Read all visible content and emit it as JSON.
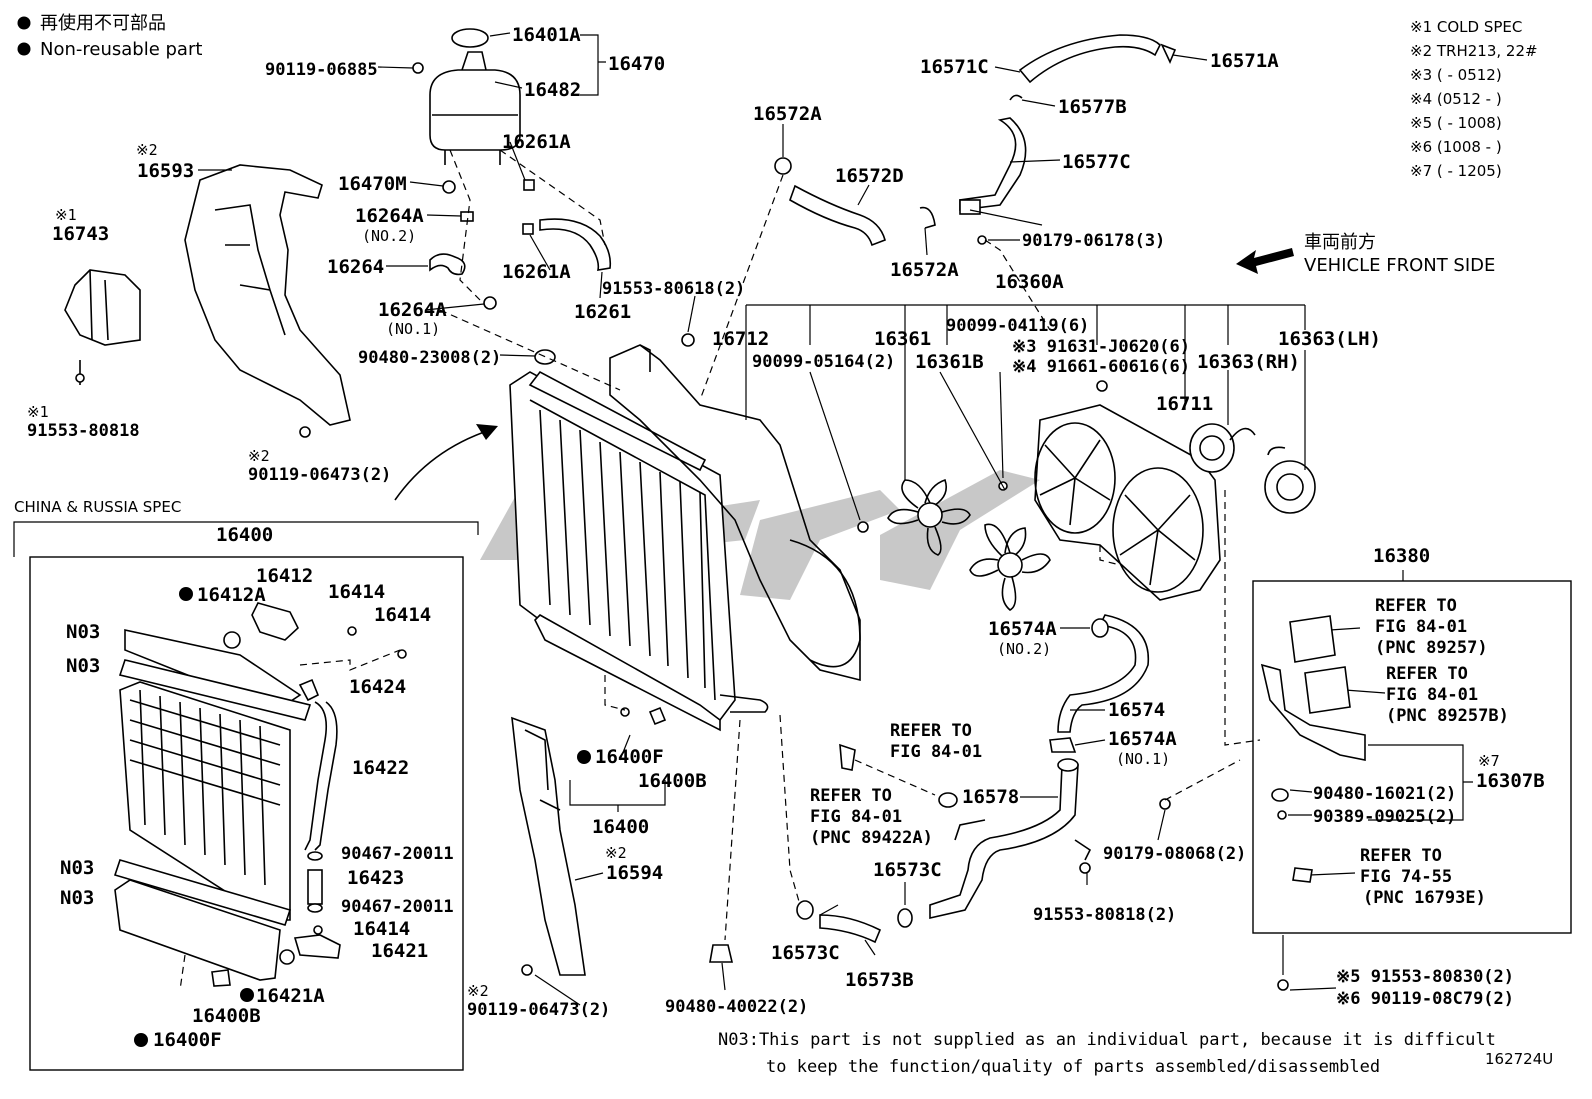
{
  "legend": {
    "jp": "再使用不可部品",
    "en": "Non-reusable part"
  },
  "specs": [
    "※1 COLD SPEC",
    "※2 TRH213, 22#",
    "※3 (      - 0512)",
    "※4 (0512 -      )",
    "※5 (      - 1008)",
    "※6 (1008 -      )",
    "※7 (      - 1205)"
  ],
  "direction": {
    "jp": "車両前方",
    "en": "VEHICLE FRONT SIDE"
  },
  "labels": {
    "p16401A": "16401A",
    "p16470": "16470",
    "p90119_06885": "90119-06885",
    "p16482": "16482",
    "p16261A_a": "16261A",
    "p16470M": "16470M",
    "p16264A_2": "16264A",
    "no2_a": "(NO.2)",
    "p16261A_b": "16261A",
    "p16264": "16264",
    "p16261": "16261",
    "p16264A_1": "16264A",
    "no1_a": "(NO.1)",
    "p90480_23008": "90480-23008(2)",
    "p16593": "16593",
    "mark2_a": "※2",
    "mark1_a": "※1",
    "p16743": "16743",
    "mark1_b": "※1",
    "p91553_80818_a": "91553-80818",
    "mark2_b": "※2",
    "p90119_06473_a": "90119-06473(2)",
    "p16572A_a": "16572A",
    "p16572D": "16572D",
    "p16572A_b": "16572A",
    "p16571C": "16571C",
    "p16571A": "16571A",
    "p16577B": "16577B",
    "p16577C": "16577C",
    "p90179_06178": "90179-06178(3)",
    "p91553_80618": "91553-80618(2)",
    "p16360A": "16360A",
    "p16712": "16712",
    "p16361": "16361",
    "p90099_05164": "90099-05164(2)",
    "p90099_04119": "90099-04119(6)",
    "p91631": "※3 91631-J0620(6)",
    "p91661": "※4 91661-60616(6)",
    "p16361B": "16361B",
    "p16363RH": "16363(RH)",
    "p16363LH": "16363(LH)",
    "p16711": "16711",
    "china": "CHINA & RUSSIA SPEC",
    "p16400_box": "16400",
    "p16412": "16412",
    "p16412A": "16412A",
    "p16414_a": "16414",
    "p16414_b": "16414",
    "N03_a": "N03",
    "N03_b": "N03",
    "N03_c": "N03",
    "N03_d": "N03",
    "p16424": "16424",
    "p16422": "16422",
    "p90467_a": "90467-20011",
    "p16423": "16423",
    "p90467_b": "90467-20011",
    "p16414_c": "16414",
    "p16421": "16421",
    "p16421A": "16421A",
    "p16400B_a": "16400B",
    "p16400F_a": "16400F",
    "p16400F_b": "16400F",
    "p16400B_b": "16400B",
    "p16400_main": "16400",
    "mark2_c": "※2",
    "p16594": "16594",
    "mark2_d": "※2",
    "p90119_06473_b": "90119-06473(2)",
    "p90480_40022": "90480-40022(2)",
    "p16574A_a": "16574A",
    "no2_b": "(NO.2)",
    "p16574": "16574",
    "p16574A_b": "16574A",
    "no1_b": "(NO.1)",
    "refer_to": "REFER TO",
    "fig8401": "FIG 84-01",
    "pnc89422A": "(PNC 89422A)",
    "p16578": "16578",
    "p16573C_a": "16573C",
    "p16573C_b": "16573C",
    "p16573B": "16573B",
    "p91553_80818_b": "91553-80818(2)",
    "p90179_08068": "90179-08068(2)",
    "p16380": "16380",
    "pnc89257": "(PNC 89257)",
    "pnc89257B": "(PNC 89257B)",
    "mark7": "※7",
    "p16307B": "16307B",
    "p90480_16021": "90480-16021(2)",
    "p90389_09025": "90389-09025(2)",
    "fig7455": "FIG 74-55",
    "pnc16793E": "(PNC 16793E)",
    "p91553_80830": "※5 91553-80830(2)",
    "p90119_08C79": "※6 90119-08C79(2)"
  },
  "note": {
    "line1": "N03:This part is not supplied as an individual part, because it is difficult",
    "line2": "to keep the function/quality of parts assembled/disassembled"
  },
  "figure_id": "162724U"
}
